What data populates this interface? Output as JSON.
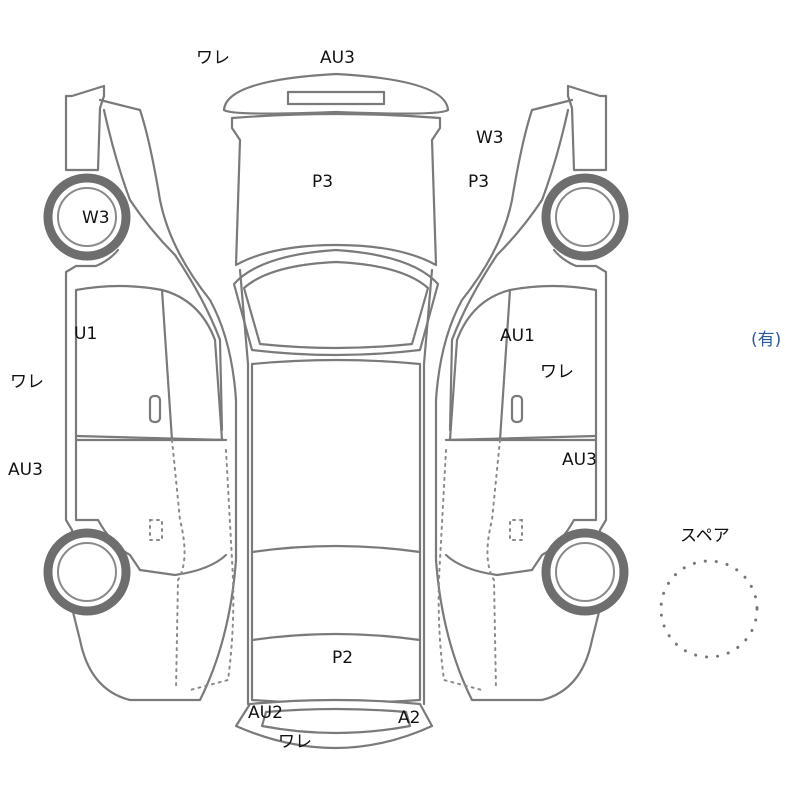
{
  "colors": {
    "outline": "#7a7a7a",
    "text": "#111111",
    "owned_marker": "#2c5aa0"
  },
  "annotations": {
    "top_left_ware": "ワレ",
    "top_au3": "AU3",
    "right_w3": "W3",
    "roof_p3": "P3",
    "right_p3": "P3",
    "left_wheel_w3": "W3",
    "left_u1": "U1",
    "left_ware": "ワレ",
    "left_au3": "AU3",
    "right_au1": "AU1",
    "right_ware": "ワレ",
    "right_au3": "AU3",
    "spare_label": "スペア",
    "owned_marker": "(有)",
    "bottom_p2": "P2",
    "bottom_au2": "AU2",
    "bottom_a2": "A2",
    "bottom_ware": "ワレ"
  },
  "icons": {
    "spare_tire": "dotted-circle",
    "car": "car-outline-top-and-sides"
  }
}
